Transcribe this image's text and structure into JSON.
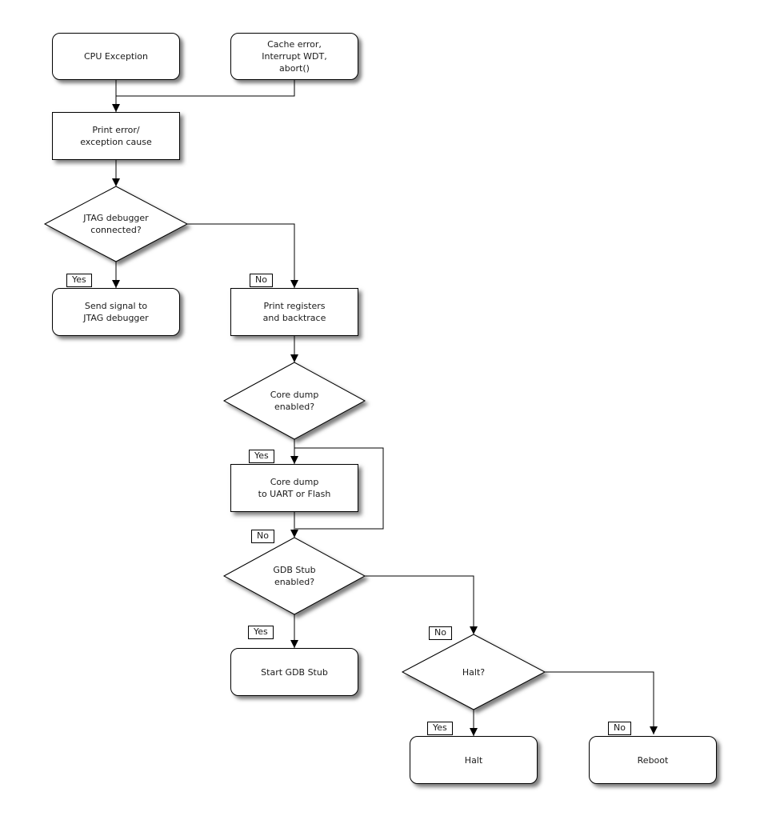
{
  "diagram": {
    "type": "flowchart",
    "background_color": "#ffffff",
    "line_color": "#000000",
    "text_color": "#1a1a1a",
    "node_fill": "#ffffff",
    "nodes": {
      "cpu_exception": {
        "label": "CPU Exception",
        "shape": "rounded"
      },
      "cache_error": {
        "label": "Cache error,\nInterrupt WDT,\nabort()",
        "shape": "rounded"
      },
      "print_error": {
        "label": "Print error/\nexception cause",
        "shape": "process"
      },
      "jtag_connected": {
        "label": "JTAG debugger\nconnected?",
        "shape": "decision"
      },
      "send_signal": {
        "label": "Send signal to\nJTAG debugger",
        "shape": "rounded"
      },
      "print_registers": {
        "label": "Print registers\nand backtrace",
        "shape": "process"
      },
      "core_dump_enabled": {
        "label": "Core dump\nenabled?",
        "shape": "decision"
      },
      "core_dump": {
        "label": "Core dump\nto UART or Flash",
        "shape": "process"
      },
      "gdb_stub_enabled": {
        "label": "GDB Stub\nenabled?",
        "shape": "decision"
      },
      "start_gdb_stub": {
        "label": "Start GDB Stub",
        "shape": "rounded"
      },
      "halt_question": {
        "label": "Halt?",
        "shape": "decision"
      },
      "halt": {
        "label": "Halt",
        "shape": "rounded"
      },
      "reboot": {
        "label": "Reboot",
        "shape": "rounded"
      }
    },
    "edge_labels": {
      "jtag_yes": "Yes",
      "jtag_no": "No",
      "core_dump_yes": "Yes",
      "core_dump_no": "No",
      "gdb_yes": "Yes",
      "gdb_no": "No",
      "halt_yes": "Yes",
      "halt_no": "No"
    }
  }
}
